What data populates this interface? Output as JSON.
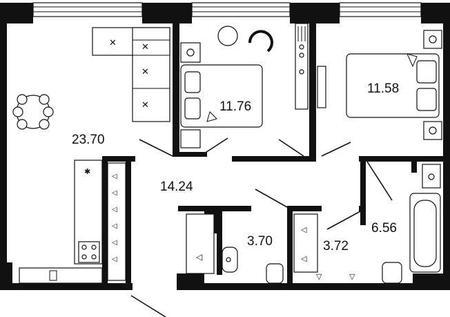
{
  "rooms": {
    "living_kitchen": {
      "area": "23.70"
    },
    "bedroom_1": {
      "area": "11.76"
    },
    "bedroom_2": {
      "area": "11.58"
    },
    "hallway": {
      "area": "14.24"
    },
    "bathroom_1": {
      "area": "3.70"
    },
    "bathroom_2": {
      "area": "3.72"
    },
    "wardrobe_room": {
      "area": "6.56"
    }
  },
  "colors": {
    "wall": "#111111",
    "background": "#ffffff",
    "furniture_fill": "#f4f4f4"
  }
}
